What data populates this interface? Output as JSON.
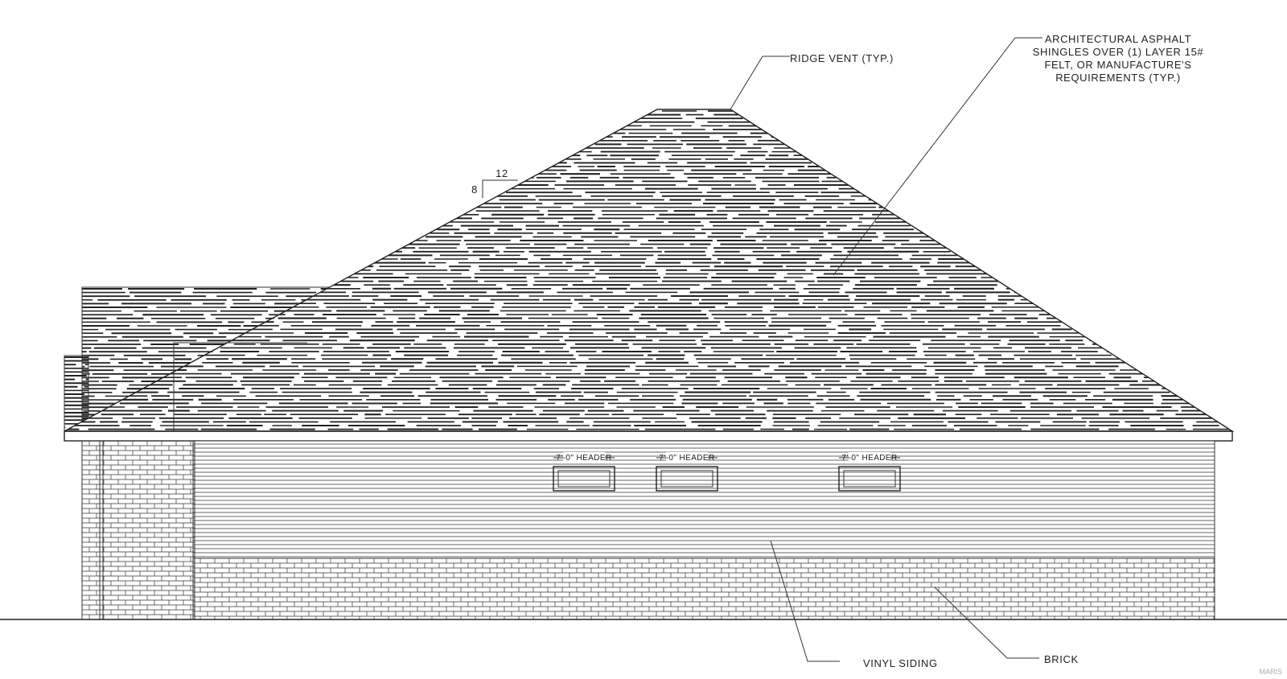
{
  "drawing": {
    "labels": {
      "ridge_vent": "RIDGE VENT (TYP.)",
      "shingles_line1": "ARCHITECTURAL ASPHALT",
      "shingles_line2": "SHINGLES OVER (1) LAYER 15#",
      "shingles_line3": "FELT, OR MANUFACTURE'S",
      "shingles_line4": "REQUIREMENTS (TYP.)",
      "vinyl_siding": "VINYL SIDING",
      "brick": "BRICK"
    },
    "pitch": {
      "rise": "8",
      "run": "12"
    },
    "windows": [
      {
        "header": "7'-0\" HEADER"
      },
      {
        "header": "7'-0\" HEADER"
      },
      {
        "header": "7'-0\" HEADER"
      }
    ],
    "watermark": "MARIS"
  }
}
